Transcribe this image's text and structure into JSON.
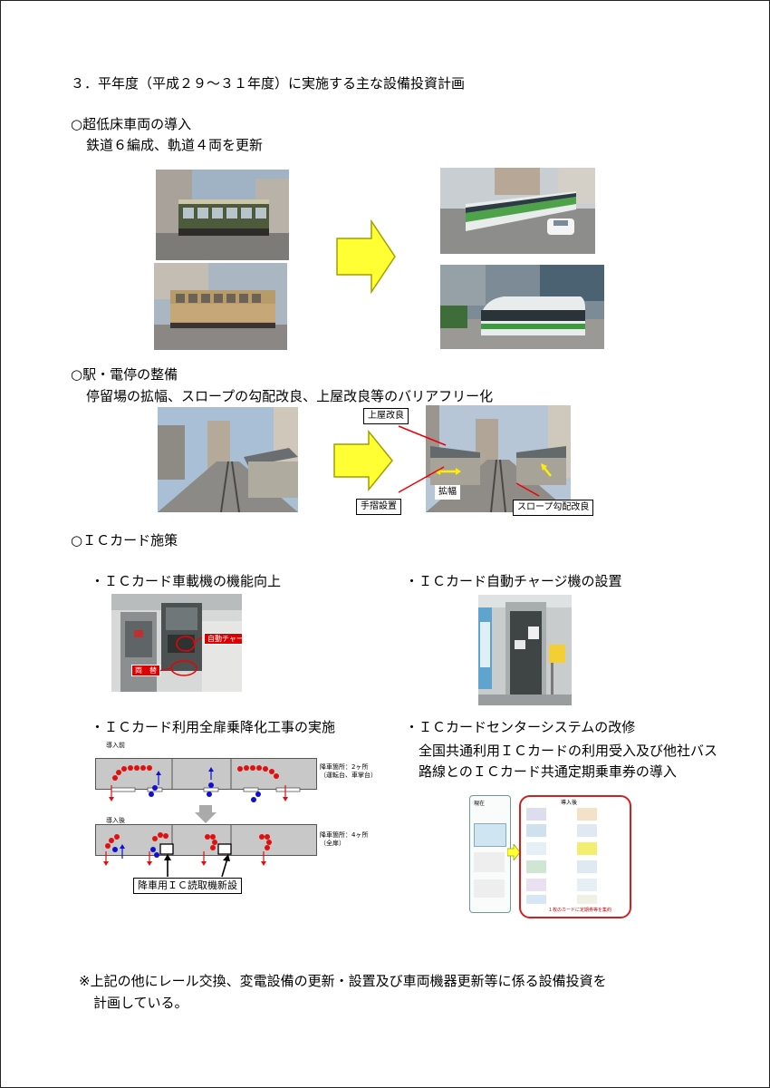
{
  "heading": "３．平年度（平成２９～３１年度）に実施する主な設備投資計画",
  "vehicles": {
    "title": "○超低床車両の導入",
    "desc": "鉄道６編成、軌道４両を更新"
  },
  "stations": {
    "title": "○駅・電停の整備",
    "desc": "停留場の拡幅、スロープの勾配改良、上屋改良等のバリアフリー化",
    "labels": {
      "roof": "上屋改良",
      "widen": "拡幅",
      "handrail": "手摺設置",
      "slope": "スロープ勾配改良"
    }
  },
  "ic": {
    "title": "○ＩＣカード施策",
    "reader_title": "・ＩＣカード車載機の機能向上",
    "reader_tag_charge": "自動チャージ",
    "reader_tag_both": "両　替",
    "charger_title": "・ＩＣカード自動チャージ機の設置",
    "doors_title": "・ＩＣカード利用全扉乗降化工事の実施",
    "doors_before": "導入前",
    "doors_after": "導入後",
    "doors_before_note": [
      "降車箇所：2ヶ所",
      "（運転台、車掌台）"
    ],
    "doors_after_note": [
      "降車箇所：4ヶ所",
      "（全扉）"
    ],
    "doors_reader_label": "降車用ＩＣ読取機新設",
    "center_title": "・ＩＣカードセンターシステムの改修",
    "center_desc_1": "全国共通利用ＩＣカードの利用受入及び他社バス",
    "center_desc_2": "路線とのＩＣカード共通定期乗車券の導入",
    "center_left_label": "現在",
    "center_right_label": "導入後",
    "center_bottom_text": "１枚のカードに定期券等を集約"
  },
  "footer": {
    "line1": "※上記の他にレール交換、変電設備の更新・設置及び車両機器更新等に係る設備投資を",
    "line2": "計画している。"
  },
  "colors": {
    "arrow_fill": "#ffff33",
    "arrow_stroke": "#a0a000",
    "dot_red": "#e01010",
    "dot_blue": "#1010d0",
    "diagram_gray": "#c8c8c8",
    "tag_red": "#dd0000"
  }
}
